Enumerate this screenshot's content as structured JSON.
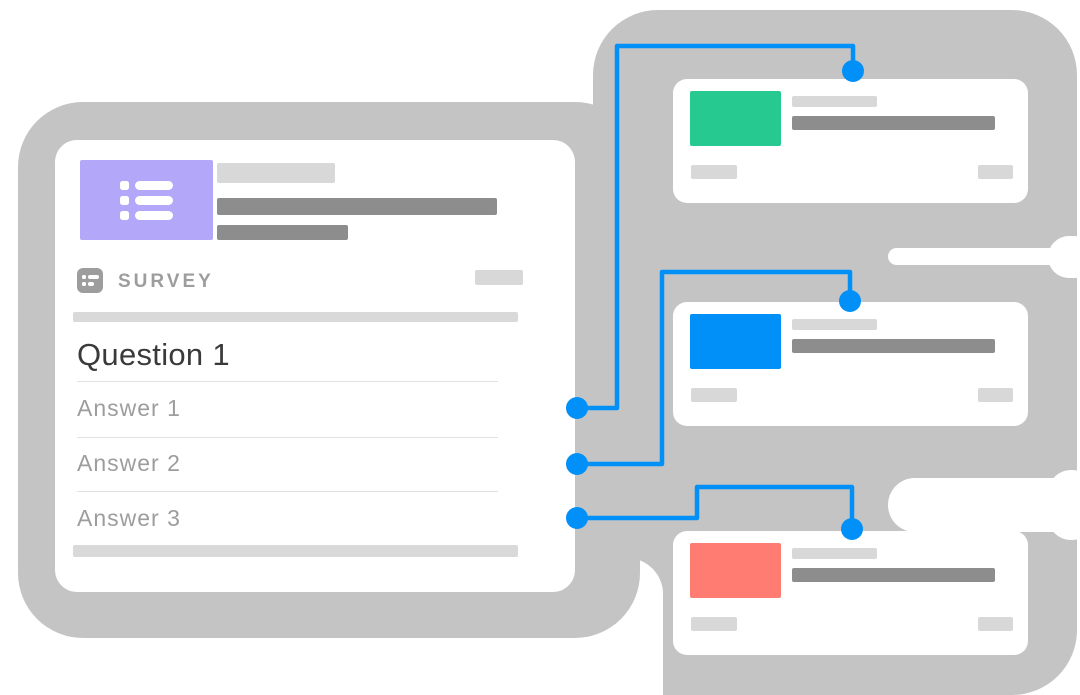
{
  "palette": {
    "blob_gray": "#c4c4c4",
    "placeholder_light": "#d8d8d8",
    "placeholder_dark": "#8d8d8d",
    "divider_gray": "#d9d9d9",
    "accent_purple": "#b2a7f8",
    "connector_blue": "#0190f8",
    "branch_green": "#26c98f",
    "branch_blue": "#0190f8",
    "branch_red": "#ff7c73",
    "question_text": "#3a3a3a",
    "muted_text": "#9d9d9d"
  },
  "survey_card": {
    "type_label": "SURVEY",
    "question": "Question 1",
    "answers": [
      "Answer 1",
      "Answer 2",
      "Answer 3"
    ]
  },
  "branch_cards": [
    {
      "id": "branch-card-1",
      "accent": "#26c98f"
    },
    {
      "id": "branch-card-2",
      "accent": "#0190f8"
    },
    {
      "id": "branch-card-3",
      "accent": "#ff7c73"
    }
  ],
  "connections": [
    {
      "from_answer": "Answer 1",
      "to_card": "branch-card-1"
    },
    {
      "from_answer": "Answer 2",
      "to_card": "branch-card-2"
    },
    {
      "from_answer": "Answer 3",
      "to_card": "branch-card-3"
    }
  ]
}
